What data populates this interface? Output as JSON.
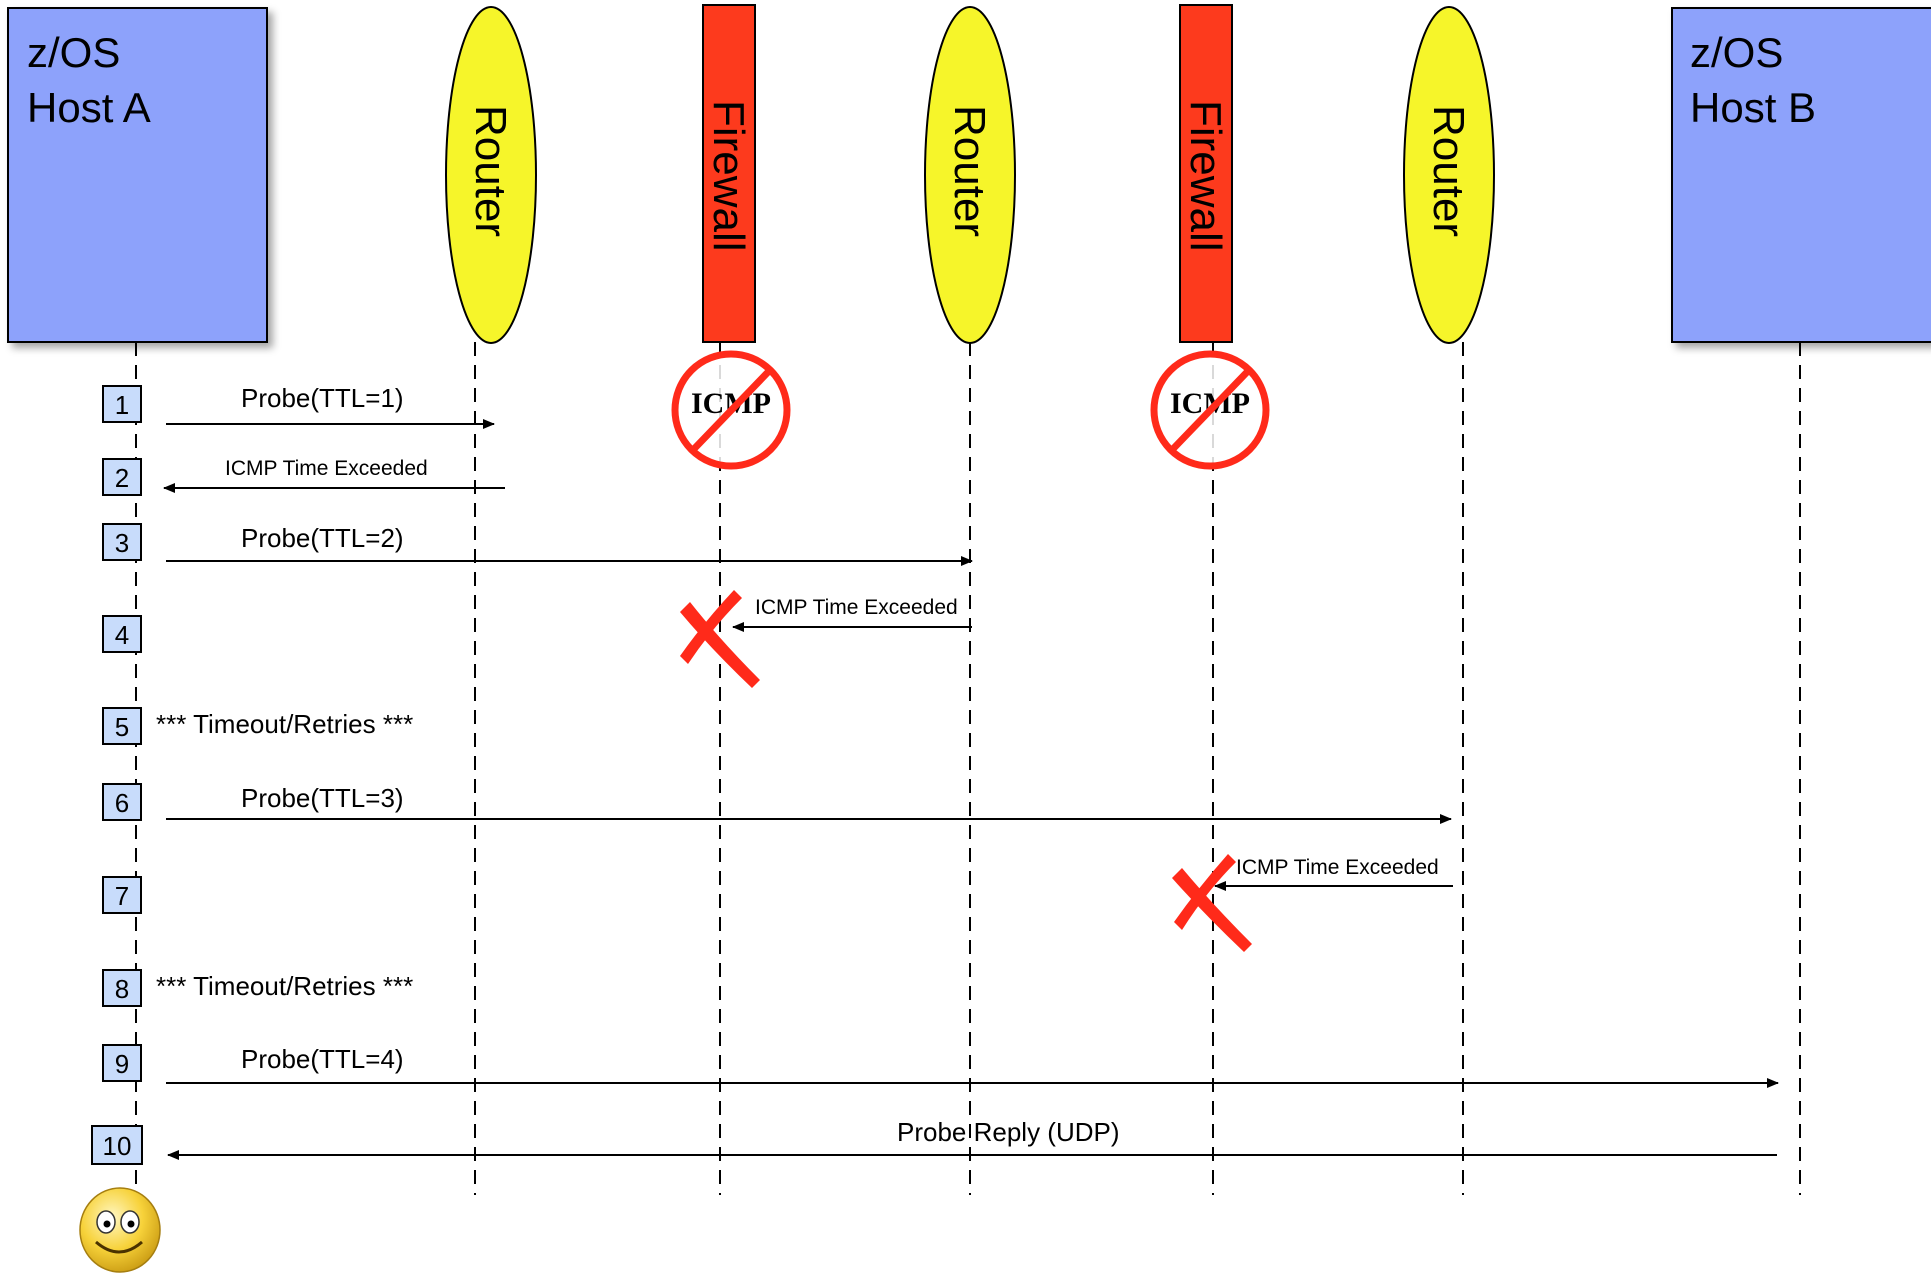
{
  "colors": {
    "host": "#8da2fb",
    "router": "#f6f52a",
    "firewall": "#fd3a1d",
    "block": "#ff2a1a",
    "step_box": "#c8dcfb"
  },
  "hosts": [
    {
      "line1": "z/OS",
      "line2": "Host A"
    },
    {
      "line1": "z/OS",
      "line2": "Host B"
    }
  ],
  "devices": [
    {
      "type": "router",
      "label": "Router"
    },
    {
      "type": "firewall",
      "label": "Firewall"
    },
    {
      "type": "router",
      "label": "Router"
    },
    {
      "type": "firewall",
      "label": "Firewall"
    },
    {
      "type": "router",
      "label": "Router"
    }
  ],
  "icmp_block_label": "ICMP",
  "steps": [
    {
      "num": "1",
      "kind": "msg",
      "text": "Probe(TTL=1)"
    },
    {
      "num": "2",
      "kind": "msg",
      "text": "ICMP Time Exceeded"
    },
    {
      "num": "3",
      "kind": "msg",
      "text": "Probe(TTL=2)"
    },
    {
      "num": "4",
      "kind": "msg",
      "text": "ICMP Time Exceeded",
      "dropped": true
    },
    {
      "num": "5",
      "kind": "note",
      "text": "*** Timeout/Retries ***"
    },
    {
      "num": "6",
      "kind": "msg",
      "text": "Probe(TTL=3)"
    },
    {
      "num": "7",
      "kind": "msg",
      "text": "ICMP Time Exceeded",
      "dropped": true
    },
    {
      "num": "8",
      "kind": "note",
      "text": "*** Timeout/Retries ***"
    },
    {
      "num": "9",
      "kind": "msg",
      "text": "Probe(TTL=4)"
    },
    {
      "num": "10",
      "kind": "msg",
      "text": "Probe Reply (UDP)"
    }
  ],
  "end_icon": "smiley-face-icon"
}
